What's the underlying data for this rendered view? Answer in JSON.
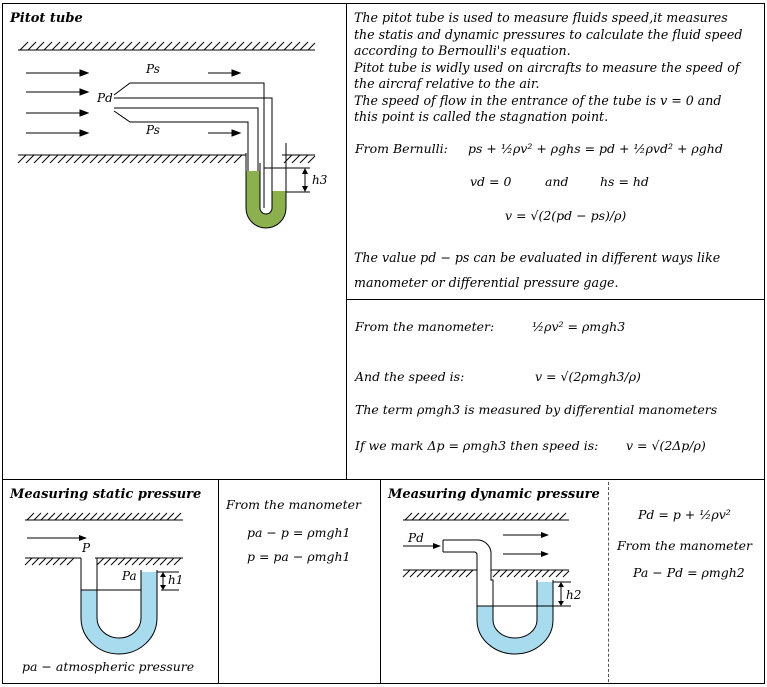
{
  "pitot": {
    "title": "Pitot tube",
    "labels": {
      "ps_top": "Ps",
      "pd": "Pd",
      "ps_bottom": "Ps",
      "h3": "h3"
    },
    "description": [
      "The pitot tube is used to measure fluids speed,it measures",
      "the statis and dynamic pressures to calculate the fluid speed",
      "according to Bernoulli's equation.",
      "Pitot tube is widly used on aircrafts to measure the speed of",
      "the aircraf relative to the air.",
      "The speed of flow in the entrance of the tube is  v = 0 and",
      "this point is called the stagnation point."
    ],
    "bernoulli_label": "From Bernulli:",
    "bernoulli_eq": "ps + ½ρv² + ρghs = pd + ½ρvd² + ρghd",
    "cond_vd": "vd = 0",
    "cond_and": "and",
    "cond_h": "hs = hd",
    "v_formula": "v = √(2(pd − ps)/ρ)",
    "value_line1": "The value  pd − ps can be evaluated in different ways like",
    "value_line2": "manometer or differential pressure gage."
  },
  "manometer": {
    "from_label": "From the manometer:",
    "eq1": "½ρv² = ρmgh3",
    "speed_label": "And the speed is:",
    "eq2": "v = √(2ρmgh3/ρ)",
    "term_line": "The term  ρmgh3  is measured by differential manometers",
    "mark_line": "If we mark  Δp = ρmgh3   then speed is:",
    "eq3": "v = √(2Δp/ρ)"
  },
  "static": {
    "title": "Measuring static pressure",
    "labels": {
      "p": "P",
      "pa": "Pa",
      "h1": "h1"
    },
    "caption": "pa − atmospheric pressure",
    "from": "From the manometer",
    "eq1": "pa − p = ρmgh1",
    "eq2": "p = pa − ρmgh1"
  },
  "dynamic": {
    "title": "Measuring dynamic pressure",
    "labels": {
      "pd": "Pd",
      "h2": "h2"
    },
    "eq1": "Pd = p + ½ρv²",
    "from": "From the manometer",
    "eq2": "Pa − Pd = ρmgh2"
  },
  "colors": {
    "green": "#8db04f",
    "blue": "#a8dbee",
    "dash": "#555555"
  }
}
